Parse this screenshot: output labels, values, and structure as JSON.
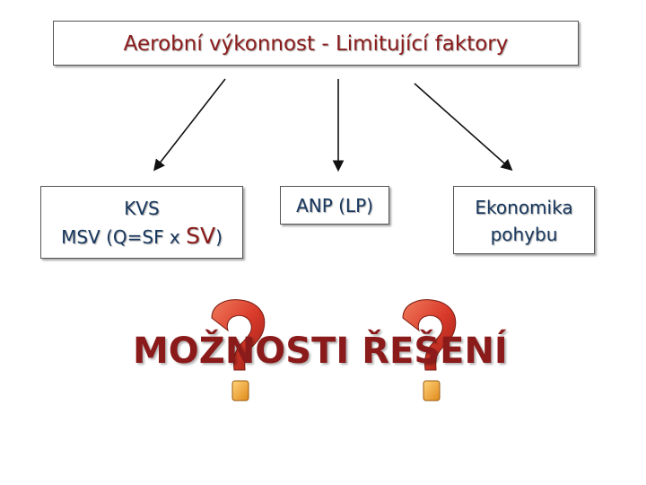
{
  "title": "Aerobní výkonnost  - Limitující faktory",
  "kvs_box": {
    "line1": "KVS",
    "line2_prefix": "MSV (Q=SF x ",
    "line2_emph": "SV",
    "line2_suffix": ")"
  },
  "anp_box": {
    "label": "ANP (LP)"
  },
  "eko_box": {
    "line1": "Ekonomika",
    "line2": "pohybu"
  },
  "solutions_label": "MOŽNOSTI ŘEŠENÍ",
  "colors": {
    "title_text": "#8b1a1a",
    "box_text": "#17375e",
    "question_mark_red": "#d93a2b",
    "question_mark_orange": "#f0a030"
  },
  "icons": [
    "arrow-down-left-icon",
    "arrow-down-icon",
    "arrow-down-right-icon",
    "question-mark-icon",
    "question-mark-icon"
  ]
}
